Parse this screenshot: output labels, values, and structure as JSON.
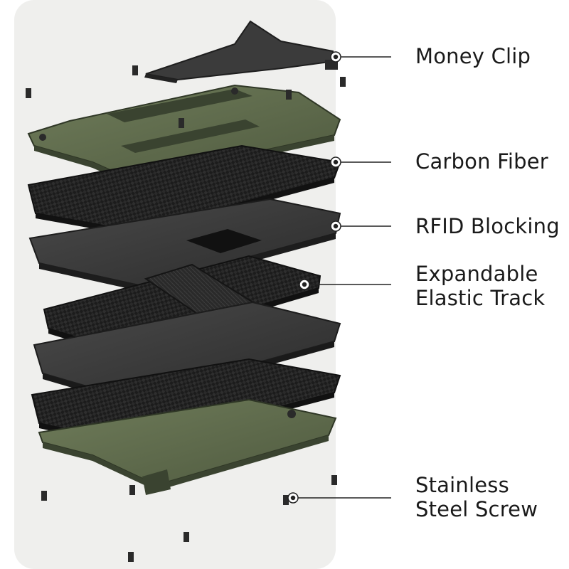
{
  "diagram": {
    "callouts": [
      {
        "id": "money-clip",
        "lines": [
          "Money Clip"
        ]
      },
      {
        "id": "carbon-fiber",
        "lines": [
          "Carbon Fiber"
        ]
      },
      {
        "id": "rfid-blocking",
        "lines": [
          "RFID Blocking"
        ]
      },
      {
        "id": "elastic-track",
        "lines": [
          "Expandable",
          "Elastic Track"
        ]
      },
      {
        "id": "steel-screw",
        "lines": [
          "Stainless",
          "Steel Screw"
        ]
      }
    ]
  },
  "colors": {
    "card_background": "#efefed",
    "olive_plate": "#5d6a4b",
    "olive_plate_dark": "#3a4330",
    "carbon": "#1f1f1f",
    "steel_plate": "#3a3a3a",
    "leader_line": "#222222"
  }
}
